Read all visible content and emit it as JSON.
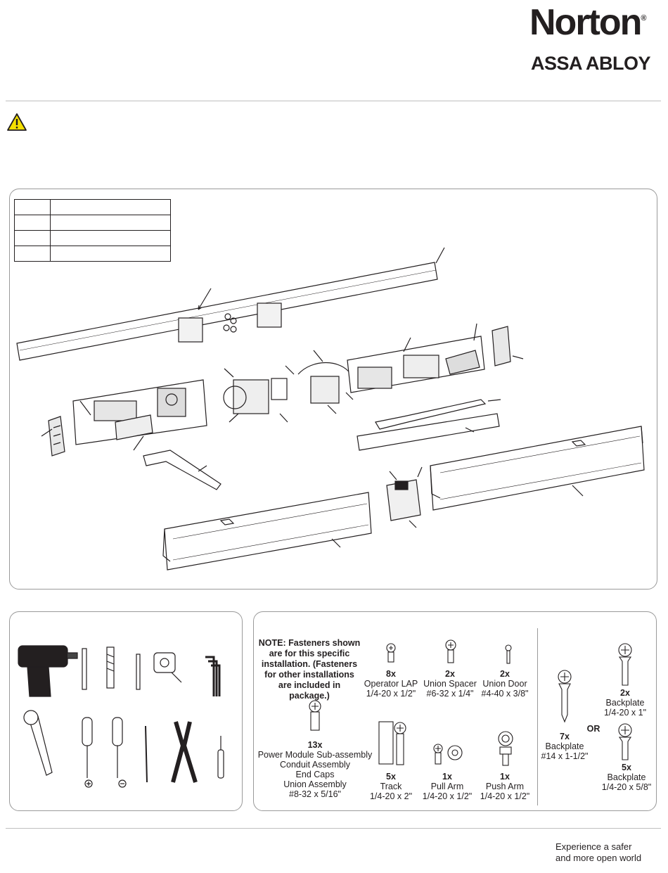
{
  "brand": {
    "name": "Norton",
    "registered": "®",
    "parent": "ASSA ABLOY"
  },
  "legend_rows": 4,
  "fasteners": {
    "note": "NOTE: Fasteners shown are for this specific installation. (Fasteners for other installations are included in package.)",
    "items": [
      {
        "qty": "8x",
        "label": "Operator LAP",
        "size": "1/4-20  x 1/2\""
      },
      {
        "qty": "2x",
        "label": "Union Spacer",
        "size": "#6-32 x 1/4\""
      },
      {
        "qty": "2x",
        "label": "Union Door",
        "size": "#4-40 x 3/8\""
      },
      {
        "qty": "13x",
        "label": "Power Module Sub-assembly",
        "label2": "Conduit Assembly",
        "label3": "End Caps",
        "label4": "Union Assembly",
        "size": "#8-32 x 5/16\""
      },
      {
        "qty": "5x",
        "label": "Track",
        "size": "1/4-20 x 2\""
      },
      {
        "qty": "1x",
        "label": "Pull Arm",
        "size": "1/4-20  x 1/2\""
      },
      {
        "qty": "1x",
        "label": "Push Arm",
        "size": "1/4-20  x 1/2\""
      }
    ],
    "backplate": {
      "a": {
        "qty": "2x",
        "label": "Backplate",
        "size": "1/4-20 x 1\""
      },
      "b": {
        "qty": "7x",
        "label": "Backplate",
        "size": "#14 x 1-1/2\""
      },
      "or": "OR",
      "c": {
        "qty": "5x",
        "label": "Backplate",
        "size": "1/4-20 x 5/8\""
      }
    }
  },
  "tagline": {
    "line1": "Experience a safer",
    "line2": "and more open world"
  }
}
